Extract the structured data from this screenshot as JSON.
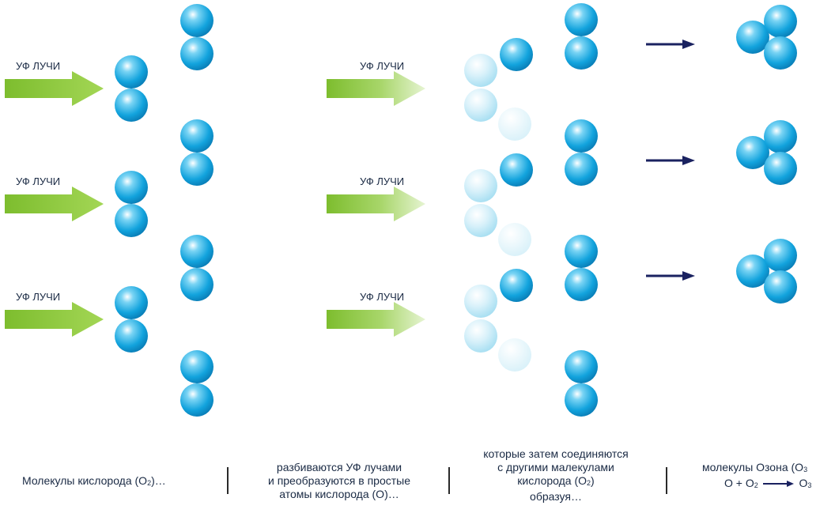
{
  "uv_label": "УФ ЛУЧИ",
  "colors": {
    "arrow": "#8cc83c",
    "atom": "#12a3dd",
    "atom_light": "#bfe8f6",
    "link_arrow": "#1a2260",
    "divider": "#2a2a2a",
    "text": "#1a2a44"
  },
  "captions": {
    "c1": {
      "pre": "Молекулы кислорода (O",
      "sub": "2",
      "post": ")…"
    },
    "c2": {
      "line1": "разбиваются УФ лучами",
      "line2": "и преобразуются в простые",
      "line3": "атомы кислорода (O)…"
    },
    "c3": {
      "line1": "которые затем соединяются",
      "line2": "с другими малекулами",
      "line3_pre": "кислорода (O",
      "line3_sub": "2",
      "line3_post": ")",
      "line4": "образуя…"
    },
    "c4": {
      "line1_pre": "молекулы Озона (O",
      "line1_sub": "3",
      "eq_a": "O + O",
      "eq_sub2": "2",
      "eq_b": "O",
      "eq_sub3": "3"
    }
  }
}
